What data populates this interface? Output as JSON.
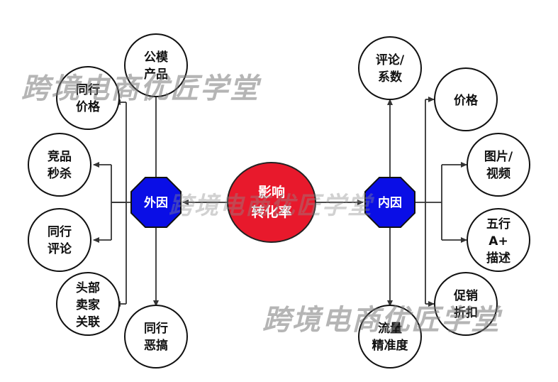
{
  "center": {
    "lines": [
      "影响",
      "转化率"
    ]
  },
  "hubs": {
    "external": {
      "label": "外因"
    },
    "internal": {
      "label": "内因"
    }
  },
  "external_factors": {
    "top_models": [
      "公模",
      "产品"
    ],
    "peer_pricing": [
      "同行",
      "价格"
    ],
    "competitor_flash": [
      "竞品",
      "秒杀"
    ],
    "peer_reviews": [
      "同行",
      "评论"
    ],
    "top_seller_links": [
      "头部",
      "卖家",
      "关联"
    ],
    "peer_sabotage": [
      "同行",
      "恶搞"
    ]
  },
  "internal_factors": {
    "reviews_rating": [
      "评论/",
      "系数"
    ],
    "price": [
      "价格"
    ],
    "images_video": [
      "图片/",
      "视频"
    ],
    "five_bullets": [
      "五行",
      "A+",
      "描述"
    ],
    "promo_discount": [
      "促销",
      "折扣"
    ],
    "traffic_precision": [
      "流量",
      "精准度"
    ]
  },
  "watermark": {
    "text": "跨境电商优匠学堂"
  },
  "colors": {
    "center_fill": "#e8192c",
    "hub_fill": "#0a0ee6",
    "node_stroke": "#111111",
    "line": "#333333"
  }
}
